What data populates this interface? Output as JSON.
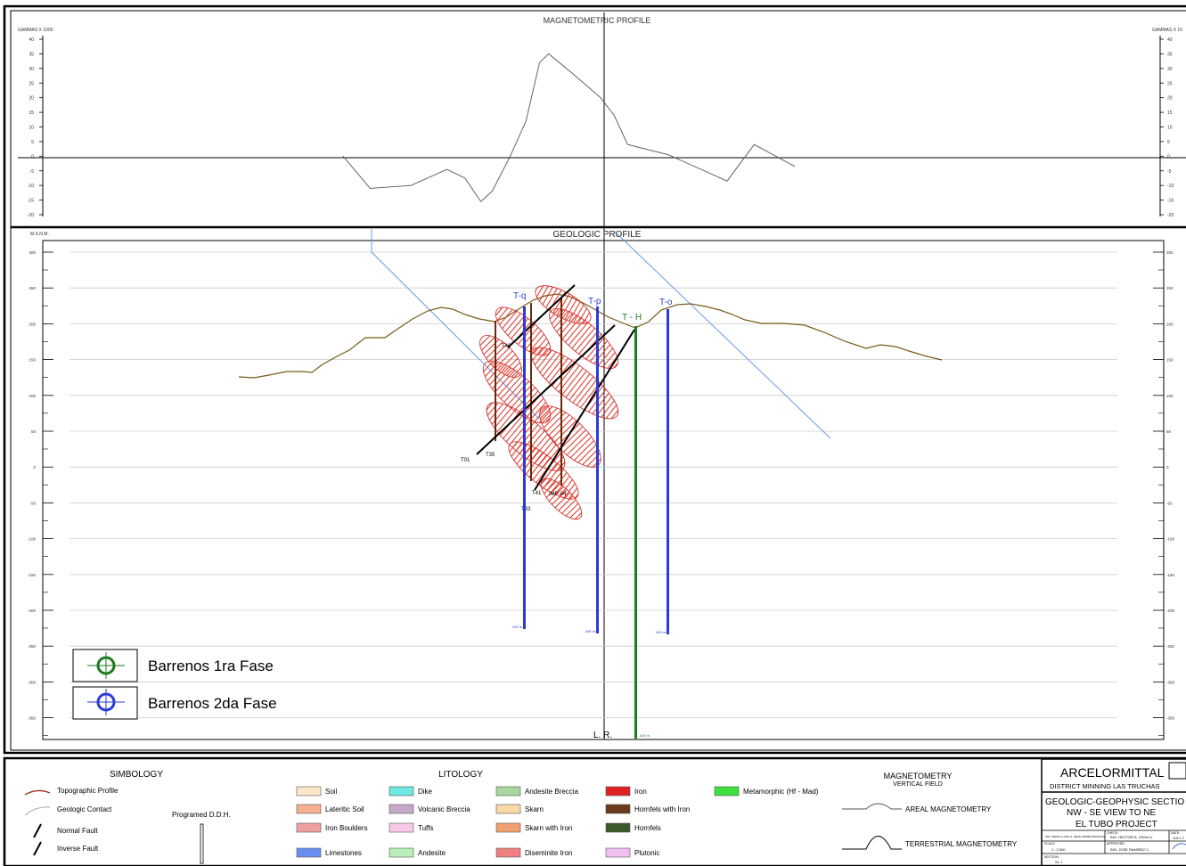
{
  "magnetometric": {
    "title": "MAGNETOMETRIC PROFILE",
    "axis_unit_left": "GAMMAS X 1000",
    "axis_unit_right": "GAMMAS X 10",
    "ticks": [
      "40",
      "35",
      "30",
      "25",
      "20",
      "15",
      "10",
      "5",
      "0",
      "-5",
      "-10",
      "-15",
      "-20"
    ],
    "chart_data": {
      "type": "line",
      "title": "MAGNETOMETRIC PROFILE",
      "ylabel": "GAMMAS X 1000",
      "ylim": [
        -20,
        40
      ],
      "series": [
        {
          "values_xy": [
            [
              0.0,
              0.0
            ],
            [
              0.06,
              -11
            ],
            [
              0.15,
              -10
            ],
            [
              0.23,
              -4.5
            ],
            [
              0.27,
              -7.5
            ],
            [
              0.305,
              -15.5
            ],
            [
              0.33,
              -12
            ],
            [
              0.37,
              0
            ],
            [
              0.405,
              12
            ],
            [
              0.435,
              32
            ],
            [
              0.455,
              35
            ],
            [
              0.51,
              28
            ],
            [
              0.57,
              20
            ],
            [
              0.6,
              14
            ],
            [
              0.63,
              4
            ],
            [
              0.72,
              0.5
            ],
            [
              0.85,
              -8.5
            ],
            [
              0.91,
              4
            ],
            [
              1.0,
              -3.5
            ]
          ]
        }
      ]
    }
  },
  "geologic": {
    "title": "GEOLOGIC PROFILE",
    "axis_unit": "M.S.N.M.",
    "ticks": [
      "300",
      "250",
      "200",
      "150",
      "100",
      "50",
      "0",
      "-50",
      "-100",
      "-150",
      "-200",
      "-250",
      "-300",
      "-350"
    ],
    "lr_label": "L. R.",
    "holes": [
      {
        "label": "T-q",
        "color": "#2a3bd6",
        "depth_label": "400 m."
      },
      {
        "label": "T-p",
        "color": "#2a3bd6",
        "depth_label": "400 m."
      },
      {
        "label": "T - H",
        "color": "#1d7a1d",
        "depth_label": "400 m."
      },
      {
        "label": "T-o",
        "color": "#2a3bd6",
        "depth_label": "400 m."
      }
    ],
    "hole_marks": [
      "T01",
      "T35",
      "T40",
      "T33",
      "T41",
      "IMP-04"
    ],
    "legend_boxes": [
      {
        "label": "Barrenos 1ra Fase",
        "color": "#1d7a1d"
      },
      {
        "label": "Barrenos 2da Fase",
        "color": "#2a3bd6"
      }
    ]
  },
  "simbology": {
    "title": "SIMBOLOGY",
    "items": [
      "Topographic Profile",
      "Geologic Contact",
      "Normal Fault",
      "Inverse Fault"
    ],
    "programmed": "Programed D.D.H."
  },
  "litology": {
    "title": "LITOLOGY",
    "items": [
      {
        "label": "Soil",
        "fill": "#fbe8c8"
      },
      {
        "label": "Lateritic Soil",
        "fill": "#f4b090"
      },
      {
        "label": "Iron Boulders",
        "fill": "#f0a0a0"
      },
      {
        "label": "Limestones",
        "fill": "#6a8ef0"
      },
      {
        "label": "Dike",
        "fill": "#6ee8e0"
      },
      {
        "label": "Volcanic Breccia",
        "fill": "#c8a8c8"
      },
      {
        "label": "Tuffs",
        "fill": "#f8c8e8"
      },
      {
        "label": "Andesite",
        "fill": "#b8f0b8"
      },
      {
        "label": "Andesite Breccia",
        "fill": "#a8d8a0"
      },
      {
        "label": "Skarn",
        "fill": "#f8d8a8"
      },
      {
        "label": "Skarn with Iron",
        "fill": "#f0a070"
      },
      {
        "label": "Diseminite Iron",
        "fill": "#f08080"
      },
      {
        "label": "Iron",
        "fill": "#e02020"
      },
      {
        "label": "Hornfels with Iron",
        "fill": "#6a3a1a"
      },
      {
        "label": "Hornfels",
        "fill": "#3a5a2a"
      },
      {
        "label": "Plutonic",
        "fill": "#f0c0f0"
      },
      {
        "label": "Metamorphic (Hf - Mad)",
        "fill": "#40e040"
      }
    ]
  },
  "magnetometry": {
    "title": "MAGNETOMETRY",
    "subtitle": "VERTICAL FIELD",
    "items": [
      "AREAL MAGNETOMETRY",
      "TERRESTRIAL MAGNETOMETRY"
    ]
  },
  "titleblock": {
    "company": "ARCELORMITTAL",
    "district": "DISTRICT MINNING LAS TRUCHAS",
    "section_title": "GEOLOGIC-GEOPHYSIC SECTIO",
    "view": "NW - SE  VIEW TO   NE",
    "project": "EL TUBO PROJECT",
    "drawn": "ING. MARIO LLANO Z.\nGEOF. EFREN MACKAYE",
    "check_label": "CHECK:",
    "check": "ING. HECTOR A. VEGA U.",
    "date_label": "DATE:",
    "date": "JULY 2",
    "scale_label": "SCALE:",
    "scale": "1 : 2,000",
    "approved_label": "APPROVED:",
    "approved": "ING. JOSE RAMIREZ C.",
    "section_label": "SECTION:",
    "section": "SL-7"
  }
}
